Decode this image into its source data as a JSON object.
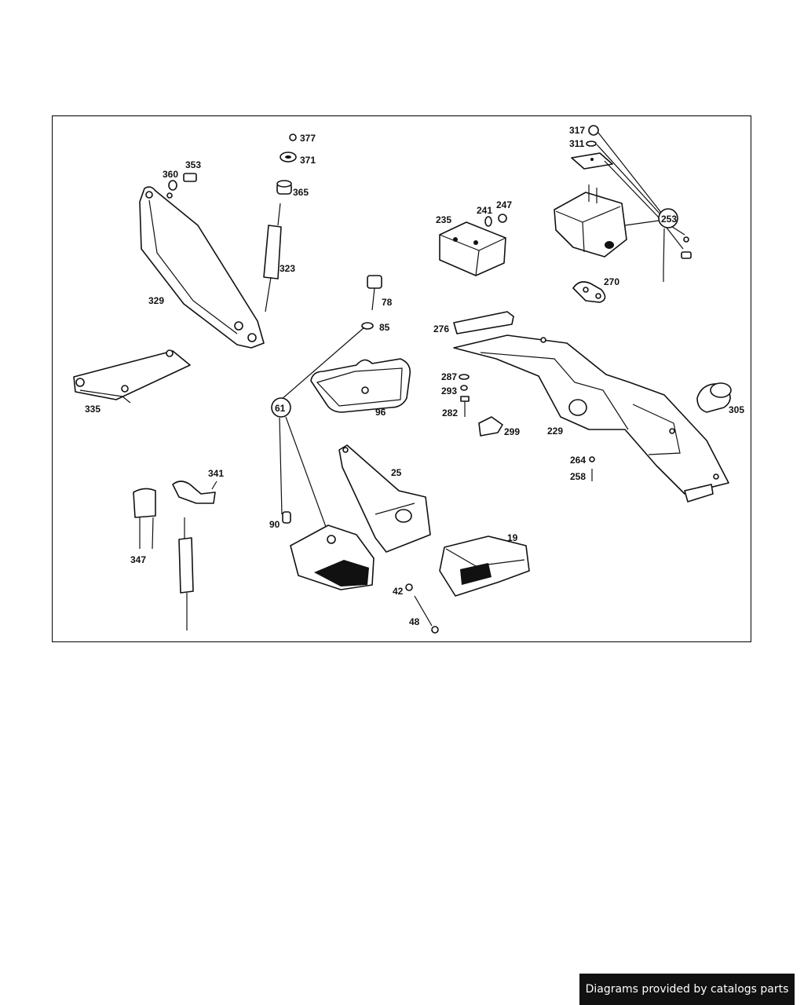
{
  "diagram": {
    "callouts": {
      "c317": "317",
      "c311": "311",
      "c253": "253",
      "c377": "377",
      "c371": "371",
      "c365": "365",
      "c353": "353",
      "c360": "360",
      "c323": "323",
      "c329": "329",
      "c335": "335",
      "c78": "78",
      "c85": "85",
      "c96": "96",
      "c61": "61",
      "c241": "241",
      "c247": "247",
      "c235": "235",
      "c270": "270",
      "c276": "276",
      "c287": "287",
      "c293": "293",
      "c282": "282",
      "c299": "299",
      "c229": "229",
      "c305": "305",
      "c264": "264",
      "c258": "258",
      "c341": "341",
      "c347": "347",
      "c25": "25",
      "c90": "90",
      "c19": "19",
      "c42": "42",
      "c48": "48"
    }
  },
  "footer": {
    "credit": "Diagrams provided by catalogs parts"
  }
}
